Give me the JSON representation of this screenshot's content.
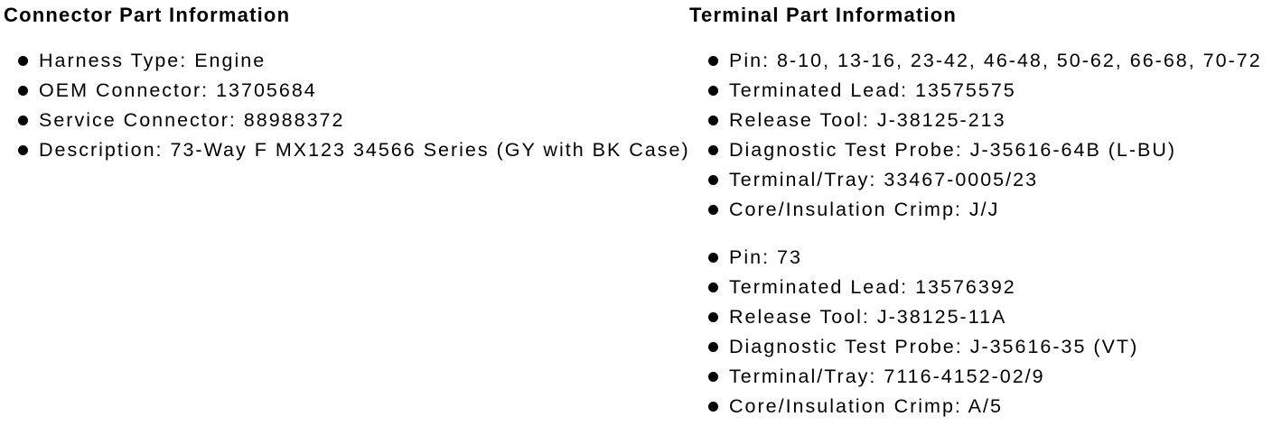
{
  "colors": {
    "background": "#ffffff",
    "text": "#000000",
    "bullet": "#000000"
  },
  "icons": {
    "bullet_icon": "disc"
  },
  "connector": {
    "title": "Connector Part Information",
    "items": [
      "Harness Type: Engine",
      "OEM Connector: 13705684",
      "Service Connector: 88988372",
      "Description: 73-Way F MX123 34566 Series (GY with BK Case)"
    ]
  },
  "terminal": {
    "title": "Terminal Part Information",
    "groups": [
      {
        "items": [
          "Pin: 8-10, 13-16, 23-42, 46-48, 50-62, 66-68, 70-72",
          "Terminated Lead: 13575575",
          "Release Tool: J-38125-213",
          "Diagnostic Test Probe: J-35616-64B (L-BU)",
          "Terminal/Tray: 33467-0005/23",
          "Core/Insulation Crimp: J/J"
        ]
      },
      {
        "items": [
          "Pin: 73",
          "Terminated Lead: 13576392",
          "Release Tool: J-38125-11A",
          "Diagnostic Test Probe: J-35616-35 (VT)",
          "Terminal/Tray: 7116-4152-02/9",
          "Core/Insulation Crimp: A/5"
        ]
      }
    ]
  }
}
